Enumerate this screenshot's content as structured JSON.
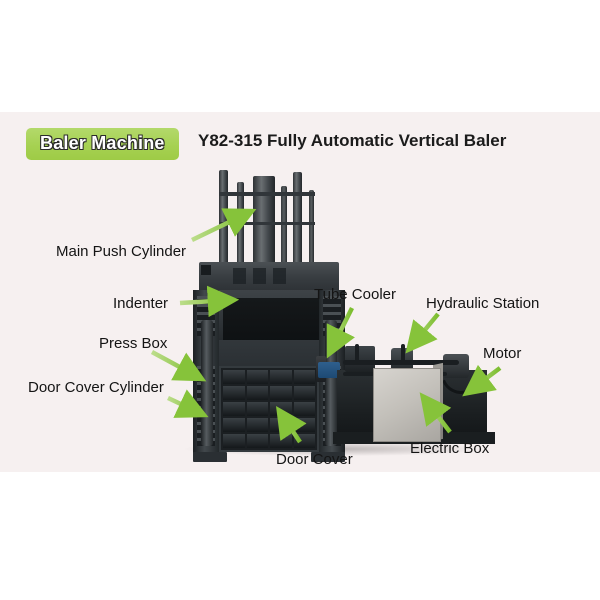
{
  "panel": {
    "background_color": "#f6f0f0",
    "outer_background_color": "#ffffff"
  },
  "header": {
    "badge_label": "Baler Machine",
    "badge_color": "#a6d152",
    "title": "Y82-315 Fully Automatic Vertical Baler"
  },
  "callouts": [
    {
      "label": "Main Push Cylinder",
      "name": "callout-main-push-cylinder"
    },
    {
      "label": "Indenter",
      "name": "callout-indenter"
    },
    {
      "label": "Press Box",
      "name": "callout-press-box"
    },
    {
      "label": "Door Cover Cylinder",
      "name": "callout-door-cover-cylinder"
    },
    {
      "label": "Tube Cooler",
      "name": "callout-tube-cooler"
    },
    {
      "label": "Hydraulic Station",
      "name": "callout-hydraulic-station"
    },
    {
      "label": "Motor",
      "name": "callout-motor"
    },
    {
      "label": "Electric Box",
      "name": "callout-electric-box"
    },
    {
      "label": "Door Cover",
      "name": "callout-door-cover"
    }
  ],
  "arrow": {
    "color": "#8ec63f",
    "color_light": "#a9d86a"
  },
  "machine": {
    "body_color": "#2a2e32",
    "electric_box_color": "#c9c6c0",
    "cooler_color": "#255a88"
  }
}
